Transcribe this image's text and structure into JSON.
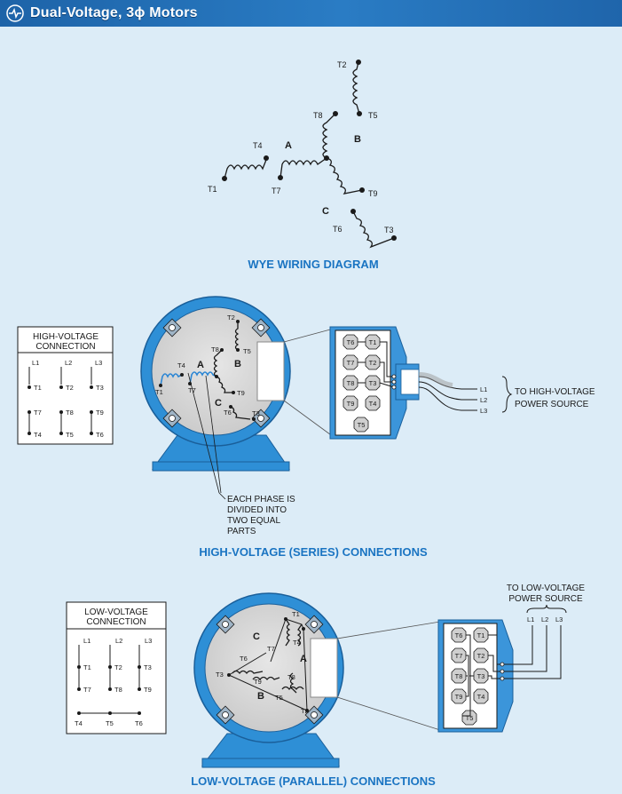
{
  "header": {
    "title": "Dual-Voltage, 3ϕ Motors"
  },
  "wye": {
    "caption": "WYE WIRING DIAGRAM",
    "phase_a": "A",
    "phase_b": "B",
    "phase_c": "C",
    "t1": "T1",
    "t2": "T2",
    "t3": "T3",
    "t4": "T4",
    "t5": "T5",
    "t6": "T6",
    "t7": "T7",
    "t8": "T8",
    "t9": "T9"
  },
  "high": {
    "caption": "HIGH-VOLTAGE (SERIES) CONNECTIONS",
    "table": {
      "title_line1": "HIGH-VOLTAGE",
      "title_line2": "CONNECTION",
      "l1": "L1",
      "l2": "L2",
      "l3": "L3",
      "t1": "T1",
      "t2": "T2",
      "t3": "T3",
      "t7": "T7",
      "t8": "T8",
      "t9": "T9",
      "t4": "T4",
      "t5": "T5",
      "t6": "T6"
    },
    "motor": {
      "t1": "T1",
      "t2": "T2",
      "t3": "T3",
      "t4": "T4",
      "t5": "T5",
      "t6": "T6",
      "t7": "T7",
      "t8": "T8",
      "t9": "T9",
      "a": "A",
      "b": "B",
      "c": "C"
    },
    "terminals": [
      "T6",
      "T1",
      "T7",
      "T2",
      "T8",
      "T3",
      "T9",
      "T4",
      "T5"
    ],
    "lines": {
      "l1": "L1",
      "l2": "L2",
      "l3": "L3"
    },
    "source_line1": "TO HIGH-VOLTAGE",
    "source_line2": "POWER SOURCE",
    "note": {
      "line1": "EACH PHASE IS",
      "line2": "DIVIDED INTO",
      "line3": "TWO EQUAL",
      "line4": "PARTS"
    }
  },
  "low": {
    "caption": "LOW-VOLTAGE (PARALLEL) CONNECTIONS",
    "table": {
      "title_line1": "LOW-VOLTAGE",
      "title_line2": "CONNECTION",
      "l1": "L1",
      "l2": "L2",
      "l3": "L3",
      "t1": "T1",
      "t2": "T2",
      "t3": "T3",
      "t7": "T7",
      "t8": "T8",
      "t9": "T9",
      "t4": "T4",
      "t5": "T5",
      "t6": "T6"
    },
    "motor": {
      "t1": "T1",
      "t2": "T2",
      "t3": "T3",
      "t4": "T4",
      "t5": "T5",
      "t6": "T6",
      "t7": "T7",
      "t8": "T8",
      "t9": "T9",
      "a": "A",
      "b": "B",
      "c": "C"
    },
    "terminals": [
      "T6",
      "T1",
      "T7",
      "T2",
      "T8",
      "T3",
      "T9",
      "T4",
      "T5"
    ],
    "lines": {
      "l1": "L1",
      "l2": "L2",
      "l3": "L3"
    },
    "source_line1": "TO LOW-VOLTAGE",
    "source_line2": "POWER SOURCE"
  },
  "colors": {
    "background": "#dcecf7",
    "banner": "#1d63a8",
    "motor_frame": "#2e8fd6",
    "motor_face": "#d4d4d4",
    "caption": "#1a74c2",
    "terminal_box": "#3b95da"
  }
}
